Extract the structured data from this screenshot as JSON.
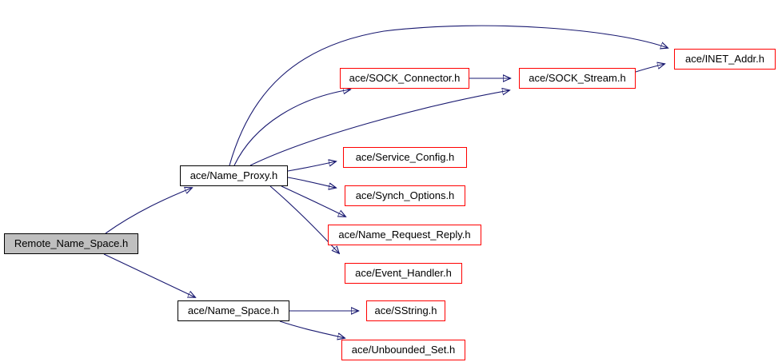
{
  "diagram": {
    "kind": "include-dependency-graph",
    "colors": {
      "edge": "#191970",
      "root_fill": "#bfbfbf",
      "node_fill": "#ffffff",
      "internal_border": "#000000",
      "external_border": "#ff0000",
      "text": "#000000",
      "background": "#ffffff"
    },
    "nodes": [
      {
        "id": "remote-name-space",
        "label": "Remote_Name_Space.h",
        "kind": "root"
      },
      {
        "id": "name-proxy",
        "label": "ace/Name_Proxy.h",
        "kind": "internal"
      },
      {
        "id": "sock-connector",
        "label": "ace/SOCK_Connector.h",
        "kind": "external"
      },
      {
        "id": "sock-stream",
        "label": "ace/SOCK_Stream.h",
        "kind": "external"
      },
      {
        "id": "inet-addr",
        "label": "ace/INET_Addr.h",
        "kind": "external"
      },
      {
        "id": "service-config",
        "label": "ace/Service_Config.h",
        "kind": "external"
      },
      {
        "id": "synch-options",
        "label": "ace/Synch_Options.h",
        "kind": "external"
      },
      {
        "id": "name-request-reply",
        "label": "ace/Name_Request_Reply.h",
        "kind": "external"
      },
      {
        "id": "event-handler",
        "label": "ace/Event_Handler.h",
        "kind": "external"
      },
      {
        "id": "name-space",
        "label": "ace/Name_Space.h",
        "kind": "internal"
      },
      {
        "id": "sstring",
        "label": "ace/SString.h",
        "kind": "external"
      },
      {
        "id": "unbounded-set",
        "label": "ace/Unbounded_Set.h",
        "kind": "external"
      }
    ],
    "edges": [
      {
        "from": "Remote_Name_Space.h",
        "to": "ace/Name_Proxy.h"
      },
      {
        "from": "Remote_Name_Space.h",
        "to": "ace/Name_Space.h"
      },
      {
        "from": "ace/Name_Proxy.h",
        "to": "ace/SOCK_Connector.h"
      },
      {
        "from": "ace/Name_Proxy.h",
        "to": "ace/INET_Addr.h"
      },
      {
        "from": "ace/Name_Proxy.h",
        "to": "ace/SOCK_Stream.h"
      },
      {
        "from": "ace/Name_Proxy.h",
        "to": "ace/Service_Config.h"
      },
      {
        "from": "ace/Name_Proxy.h",
        "to": "ace/Synch_Options.h"
      },
      {
        "from": "ace/Name_Proxy.h",
        "to": "ace/Name_Request_Reply.h"
      },
      {
        "from": "ace/Name_Proxy.h",
        "to": "ace/Event_Handler.h"
      },
      {
        "from": "ace/SOCK_Connector.h",
        "to": "ace/SOCK_Stream.h"
      },
      {
        "from": "ace/SOCK_Stream.h",
        "to": "ace/INET_Addr.h"
      },
      {
        "from": "ace/Name_Space.h",
        "to": "ace/SString.h"
      },
      {
        "from": "ace/Name_Space.h",
        "to": "ace/Unbounded_Set.h"
      }
    ]
  }
}
